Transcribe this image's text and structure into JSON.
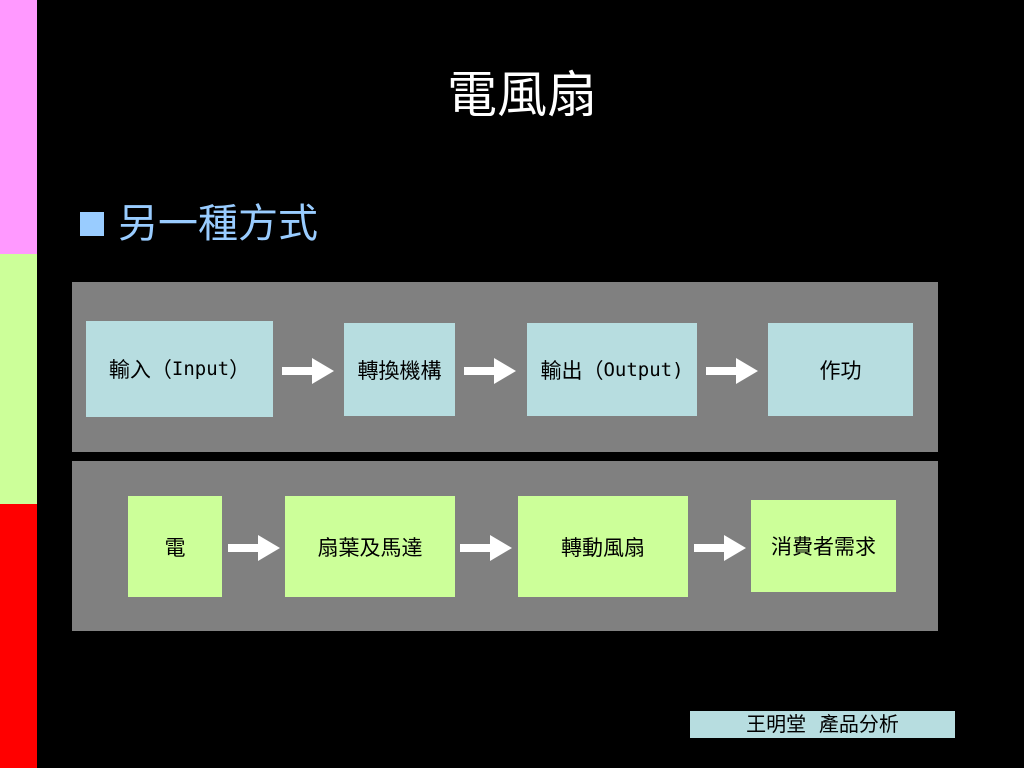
{
  "title": "電風扇",
  "bullet": {
    "text": "另一種方式"
  },
  "flow_top": [
    {
      "prefix": "輸入（",
      "mono": "Input",
      "suffix": "）"
    },
    {
      "prefix": "轉換機構",
      "mono": "",
      "suffix": ""
    },
    {
      "prefix": "輸出（",
      "mono": "Output)",
      "suffix": ""
    },
    {
      "prefix": "作功",
      "mono": "",
      "suffix": ""
    }
  ],
  "flow_bottom": [
    {
      "label": "電"
    },
    {
      "label": "扇葉及馬達"
    },
    {
      "label": "轉動風扇"
    },
    {
      "label": "消費者需求"
    }
  ],
  "footer": "王明堂  產品分析",
  "colors": {
    "background": "#000000",
    "stripe_pink": "#ff99ff",
    "stripe_green": "#ccff99",
    "stripe_red": "#ff0000",
    "bullet_blue": "#99ccff",
    "panel_gray": "#808080",
    "box_cyan": "#b7dde0",
    "box_green": "#ccff99",
    "arrow": "#ffffff"
  },
  "icons": {
    "bullet": "square-bullet-icon",
    "arrow": "right-arrow-icon"
  }
}
